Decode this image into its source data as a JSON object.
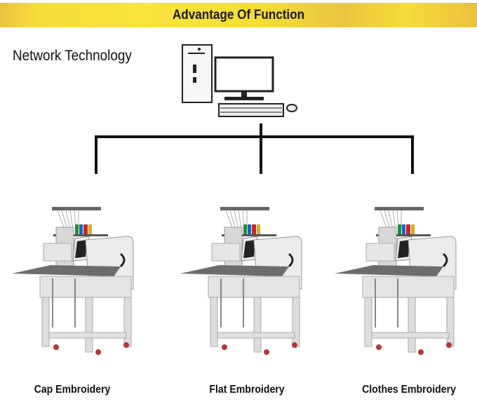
{
  "banner": {
    "title": "Advantage Of Function",
    "color": "#f7dc34"
  },
  "section": {
    "title": "Network Technology"
  },
  "computer": {
    "icon": "desktop-computer-icon"
  },
  "machines": [
    {
      "label": "Cap Embroidery"
    },
    {
      "label": "Flat Embroidery"
    },
    {
      "label": "Clothes Embroidery"
    }
  ]
}
